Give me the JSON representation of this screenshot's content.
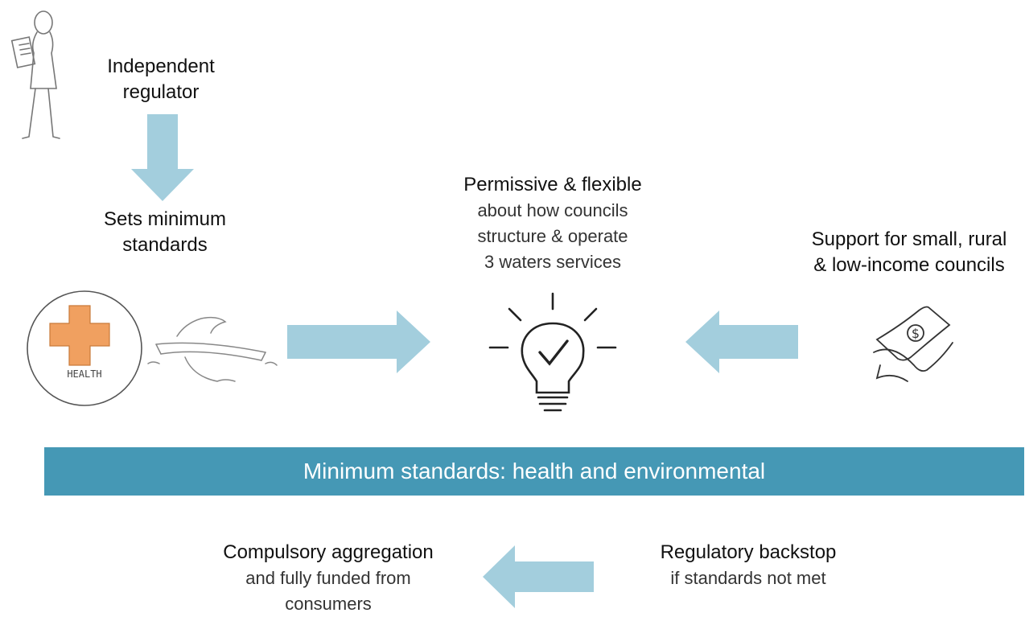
{
  "regulator": {
    "line1": "Independent",
    "line2": "regulator"
  },
  "sets_standards": {
    "line1": "Sets minimum",
    "line2": "standards"
  },
  "permissive": {
    "title": "Permissive & flexible",
    "line1": "about how councils",
    "line2": "structure & operate",
    "line3": "3 waters services"
  },
  "support": {
    "line1": "Support for small, rural",
    "line2": "& low-income councils"
  },
  "health_label": "HEALTH",
  "dollar_symbol": "$",
  "band": {
    "label": "Minimum standards: health and environmental"
  },
  "aggregation": {
    "title": "Compulsory aggregation",
    "line1": "and fully funded from",
    "line2": "consumers"
  },
  "backstop": {
    "title": "Regulatory backstop",
    "line1": "if standards not met"
  },
  "colors": {
    "arrow": "#a3cedd",
    "band": "#4598b5",
    "health_cross": "#f0a060"
  }
}
